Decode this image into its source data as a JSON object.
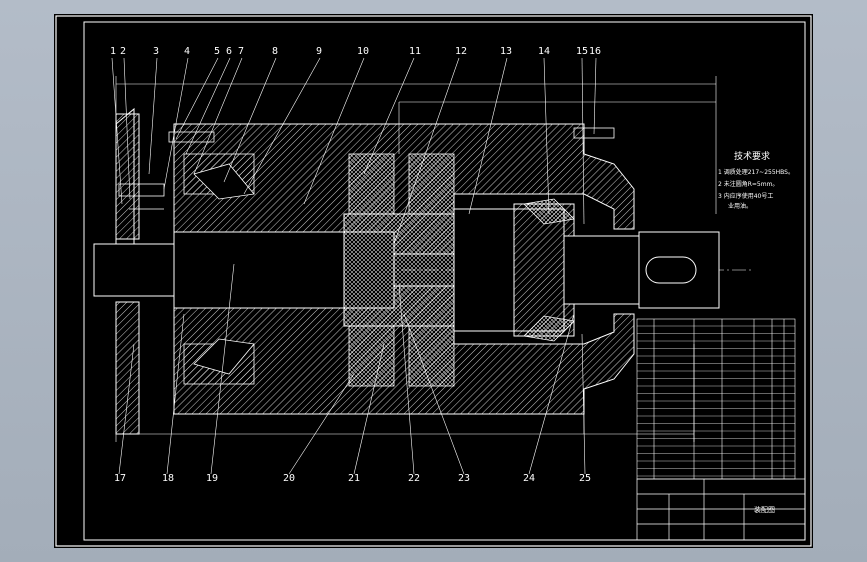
{
  "colors": {
    "background": "#000000",
    "frame": "#ffffff",
    "part": "#ffffff",
    "hatch": "#ffffff",
    "centerline": "#ffffff",
    "dimension": "#ffffff",
    "window_bg": "#a9b3bf"
  },
  "balloons_top": [
    "1",
    "2",
    "3",
    "4",
    "5",
    "6",
    "7",
    "8",
    "9",
    "10",
    "11",
    "12",
    "13",
    "14",
    "15",
    "16"
  ],
  "balloons_bottom": [
    "17",
    "18",
    "19",
    "20",
    "21",
    "22",
    "23",
    "24",
    "25"
  ],
  "notes": {
    "title": "技术要求",
    "lines": [
      "1 调质处理217~255HBS。",
      "2 未注圆角R=5mm。",
      "3 内应序使用40号工",
      "业用油。"
    ]
  },
  "title_block": {
    "drawing_name": "装配图"
  }
}
